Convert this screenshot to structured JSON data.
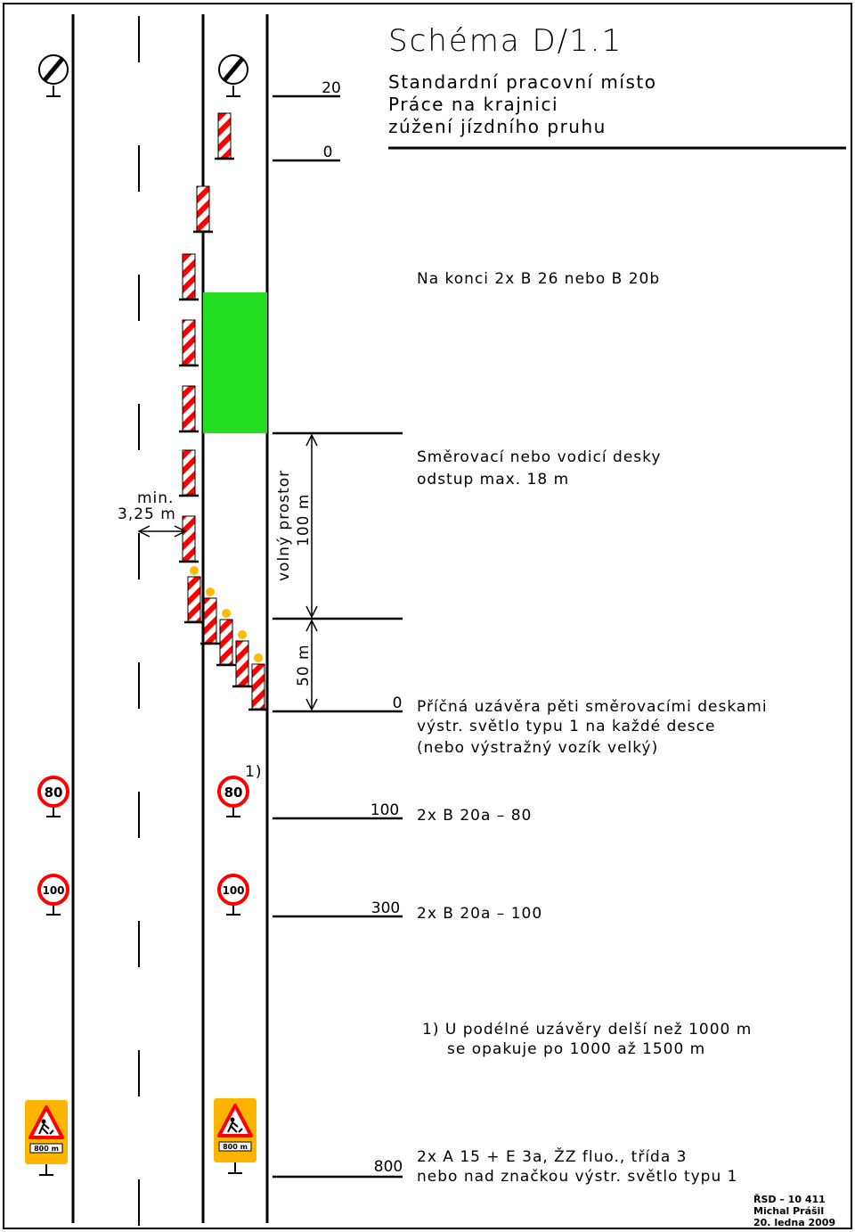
{
  "title": "Schéma D/1.1",
  "subtitle": [
    "Standardní pracovní místo",
    "Práce na krajnici",
    "zúžení jízdního pruhu"
  ],
  "markers": [
    {
      "label": "20"
    },
    {
      "label": "0"
    },
    {
      "label": "0"
    },
    {
      "label": "100"
    },
    {
      "label": "300"
    },
    {
      "label": "800"
    }
  ],
  "notes": {
    "end_signs": "Na konci 2x B 26 nebo B 20b",
    "guide_boards": [
      "Směrovací nebo vodicí desky",
      "odstup max. 18 m"
    ],
    "closure": [
      "Příčná uzávěra pěti směrovacími deskami",
      "výstr. světlo typu 1 na každé desce",
      "(nebo výstražný vozík velký)"
    ],
    "limit_80": "2x B 20a – 80",
    "limit_100": "2x B 20a – 100",
    "footnote": [
      "1) U podélné uzávěry delší než 1000 m",
      "se opakuje po 1000 až 1500 m"
    ],
    "warning": [
      "2x A 15 + E 3a, ŽZ fluo., třída 3",
      "nebo nad značkou výstr. světlo typu 1"
    ]
  },
  "dimensions": {
    "min_width": [
      "min.",
      "3,25 m"
    ],
    "free_space": [
      "volný prostor",
      "100 m"
    ],
    "taper": "50 m",
    "footnote_mark": "1)"
  },
  "signs": {
    "limit_80": "80",
    "limit_100": "100",
    "distance_plate": "800 m"
  },
  "footer": [
    "ŘSD – 10 411",
    "Michal Prášil",
    "20. ledna 2009"
  ],
  "colors": {
    "work_zone": "#22dd22",
    "board_red": "#ff0000",
    "lamp": "#ffbb00",
    "warning_sign": "#ffb400",
    "frame": "#000000"
  },
  "icons": [
    "end-of-restrictions-sign-icon",
    "speed-limit-sign-icon",
    "roadworks-warning-sign-icon",
    "guide-board-icon",
    "warning-lamp-icon"
  ]
}
